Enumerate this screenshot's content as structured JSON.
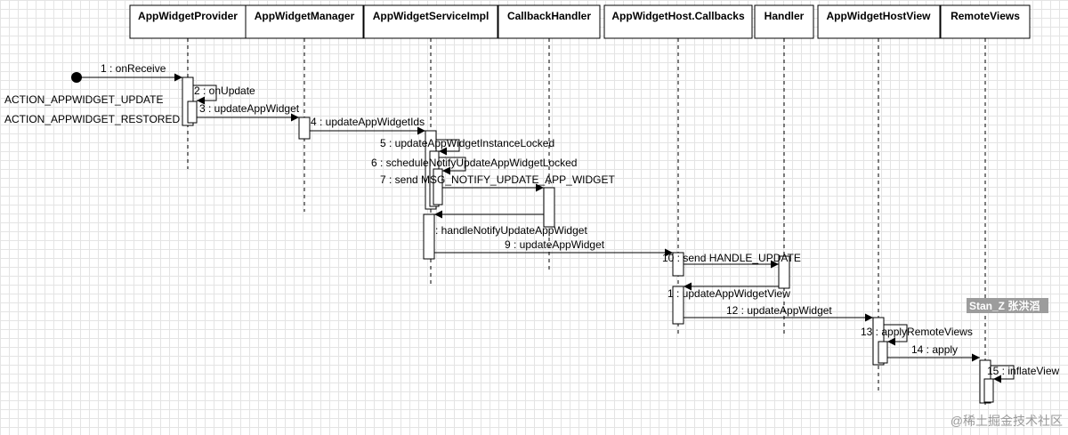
{
  "participants": [
    "AppWidgetProvider",
    "AppWidgetManager",
    "AppWidgetServiceImpl",
    "CallbackHandler",
    "AppWidgetHost.Callbacks",
    "Handler",
    "AppWidgetHostView",
    "RemoteViews"
  ],
  "messages": [
    "1 : onReceive",
    "2 : onUpdate",
    "3 : updateAppWidget",
    "4 : updateAppWidgetIds",
    "5 : updateAppWidgetInstanceLocked",
    "6 : scheduleNotifyUpdateAppWidgetLocked",
    "7 : send MSG_NOTIFY_UPDATE_APP_WIDGET",
    ": handleNotifyUpdateAppWidget",
    "9 : updateAppWidget",
    "10 : send HANDLE_UPDATE",
    "1 : updateAppWidgetView",
    "12 : updateAppWidget",
    "13 : applyRemoteViews",
    "14 : apply",
    "15 : inflateView"
  ],
  "notes": {
    "action_update": "ACTION_APPWIDGET_UPDATE",
    "action_restored": "ACTION_APPWIDGET_RESTORED"
  },
  "watermarks": {
    "author": "Stan_Z 张洪滔",
    "site": "@稀土掘金技术社区"
  }
}
